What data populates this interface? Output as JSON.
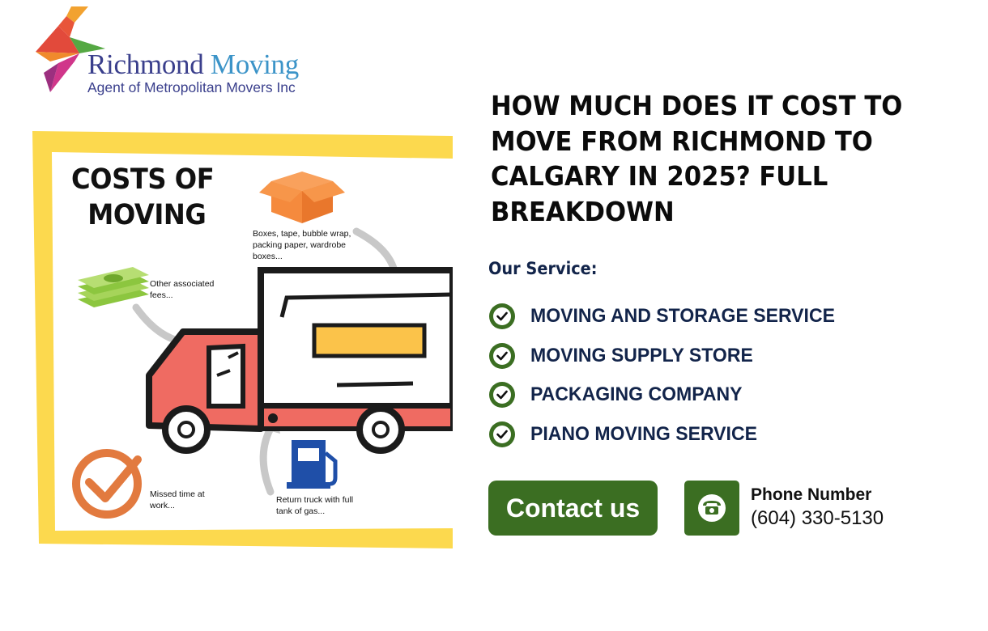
{
  "logo": {
    "brand_primary": "Richmond",
    "brand_secondary": "Moving",
    "tagline": "Agent of Metropolitan Movers Inc"
  },
  "infographic": {
    "title_line1": "COSTS OF",
    "title_line2": "MOVING",
    "labels": {
      "supplies": "Boxes, tape, bubble wrap, packing paper, wardrobe boxes...",
      "fees": "Other associated fees...",
      "time": "Missed time at work...",
      "gas": "Return truck with full tank of gas..."
    },
    "icons": [
      "box-icon",
      "money-icon",
      "clock-icon",
      "fuel-pump-icon",
      "truck-icon"
    ]
  },
  "headline": "HOW MUCH DOES IT COST TO MOVE FROM RICHMOND TO CALGARY IN 2025? FULL BREAKDOWN",
  "services": {
    "heading": "Our Service:",
    "items": [
      "MOVING AND STORAGE SERVICE",
      "MOVING SUPPLY STORE",
      "PACKAGING COMPANY",
      "PIANO MOVING SERVICE"
    ]
  },
  "contact": {
    "button_label": "Contact us",
    "phone_label": "Phone Number",
    "phone_number": "(604) 330-5130"
  },
  "colors": {
    "accent_green": "#3b6e22",
    "frame_yellow": "#fcd94e",
    "truck_red": "#ef6b62",
    "box_orange": "#f58a3d",
    "navy": "#12244a",
    "logo_blue": "#3c94c8",
    "logo_indigo": "#3a3f8c"
  }
}
